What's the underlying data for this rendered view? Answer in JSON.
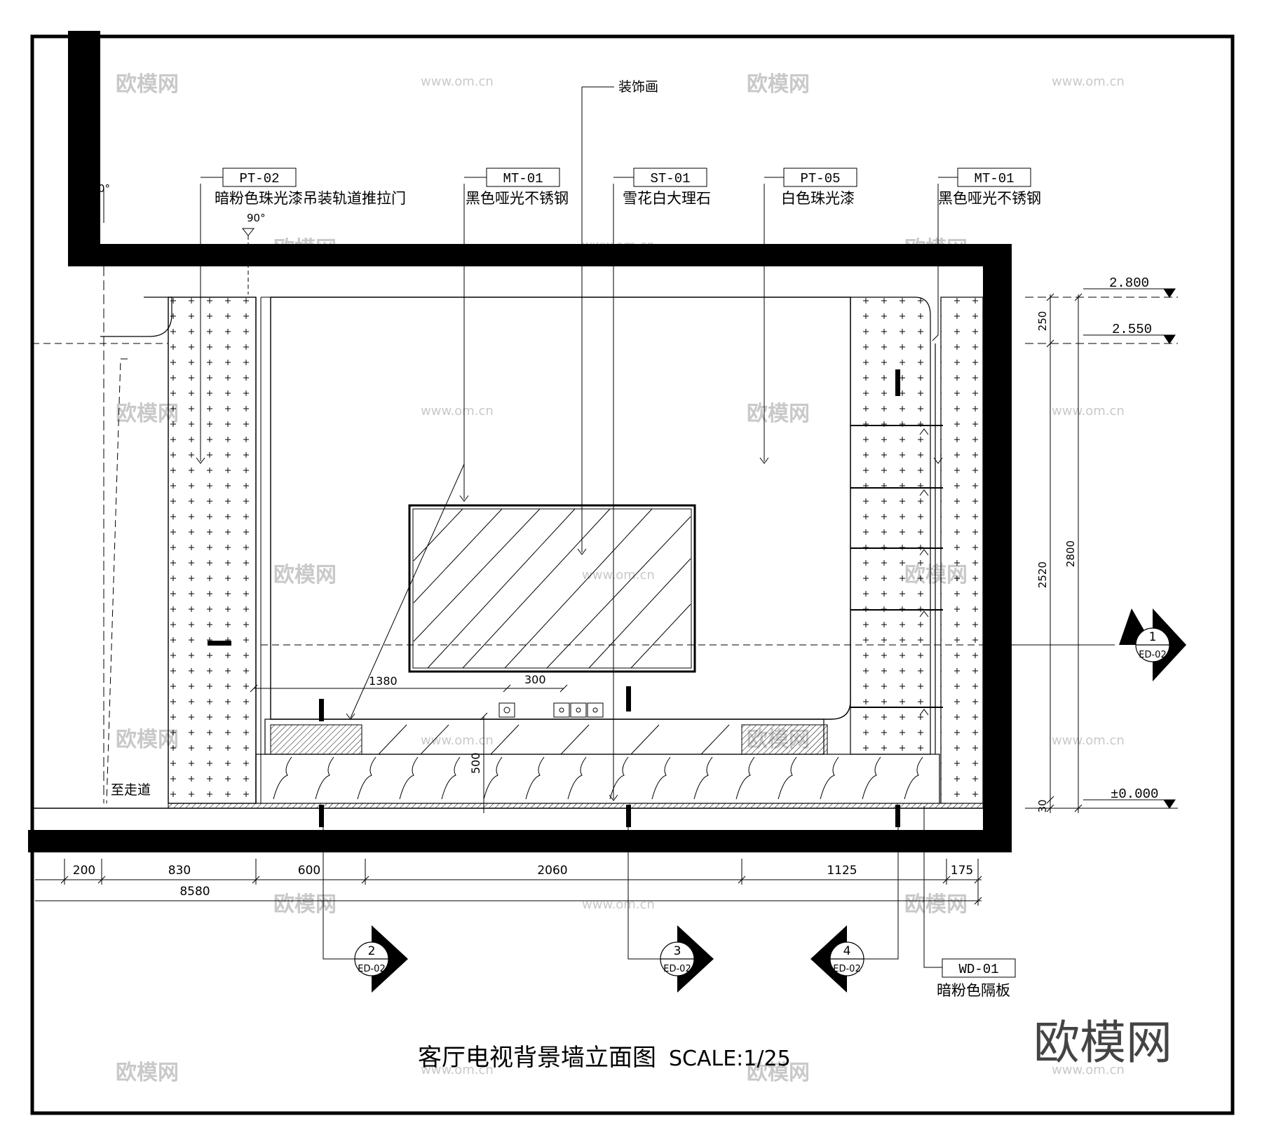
{
  "drawing": {
    "title": "客厅电视背景墙立面图",
    "scale": "SCALE:1/25"
  },
  "annotations": {
    "decor_painting": "装饰画",
    "corridor": "至走道",
    "angle_top": "0°",
    "angle": "90°"
  },
  "tags": [
    {
      "code": "PT-02",
      "desc": "暗粉色珠光漆吊装轨道推拉门"
    },
    {
      "code": "MT-01",
      "desc": "黑色哑光不锈钢"
    },
    {
      "code": "ST-01",
      "desc": "雪花白大理石"
    },
    {
      "code": "PT-05",
      "desc": "白色珠光漆"
    },
    {
      "code": "MT-01",
      "desc": "黑色哑光不锈钢"
    },
    {
      "code": "WD-01",
      "desc": "暗粉色隔板"
    }
  ],
  "levels": [
    "2.800",
    "2.550",
    "±0.000"
  ],
  "dimensions": {
    "vertical": [
      "250",
      "2520",
      "2800",
      "30"
    ],
    "horizontal": [
      "200",
      "830",
      "600",
      "2060",
      "1125",
      "175"
    ],
    "total": "8580",
    "inner": [
      "1380",
      "300",
      "500"
    ]
  },
  "section_marks": [
    {
      "number": "1",
      "ref": "ED-02"
    },
    {
      "number": "2",
      "ref": "ED-02"
    },
    {
      "number": "3",
      "ref": "ED-02"
    },
    {
      "number": "4",
      "ref": "ED-02"
    }
  ],
  "watermark": {
    "brand": "欧模网",
    "url": "www.om.cn"
  },
  "colors": {
    "line": "#000000",
    "watermark": "#c9c9c9"
  }
}
